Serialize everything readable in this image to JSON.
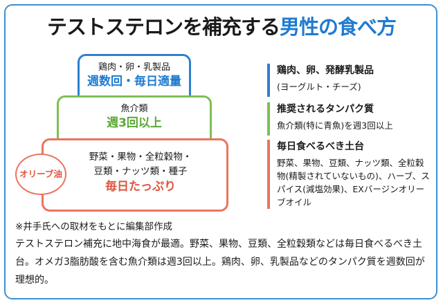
{
  "title": {
    "main": "テストステロンを補充する",
    "accent": "男性の食べ方"
  },
  "pyramid": {
    "tier1": {
      "items": "鶏肉・卵・乳製品",
      "frequency": "週数回・毎日適量"
    },
    "tier2": {
      "items": "魚介類",
      "frequency": "週3回以上"
    },
    "tier3": {
      "items_line1": "野菜・果物・全粒穀物・",
      "items_line2": "豆類・ナッツ類・種子",
      "frequency": "毎日たっぷり"
    },
    "olive_oil": "オリーブ油"
  },
  "descriptions": [
    {
      "title": "鶏肉、卵、発酵乳製品",
      "body": "(ヨーグルト・チーズ)"
    },
    {
      "title": "推奨されるタンパク質",
      "body": "魚介類(特に青魚)を週3回以上"
    },
    {
      "title": "毎日食べるべき土台",
      "body": "野菜、果物、豆類、ナッツ類、全粒穀物(精製されていないもの)、ハーブ、スパイス(減塩効果)、EXバージンオリーブオイル"
    }
  ],
  "note": "※井手氏への取材をもとに編集部作成",
  "summary": "テストステロン補充に地中海食が最適。野菜、果物、豆類、全粒穀類などは毎日食べるべき土台。オメガ3脂肪酸を含む魚介類は週3回以上。鶏肉、卵、乳製品などのタンパク質を週数回が理想的。",
  "colors": {
    "blue": "#2f7fcf",
    "green": "#7cbf52",
    "orange": "#e9745e"
  }
}
